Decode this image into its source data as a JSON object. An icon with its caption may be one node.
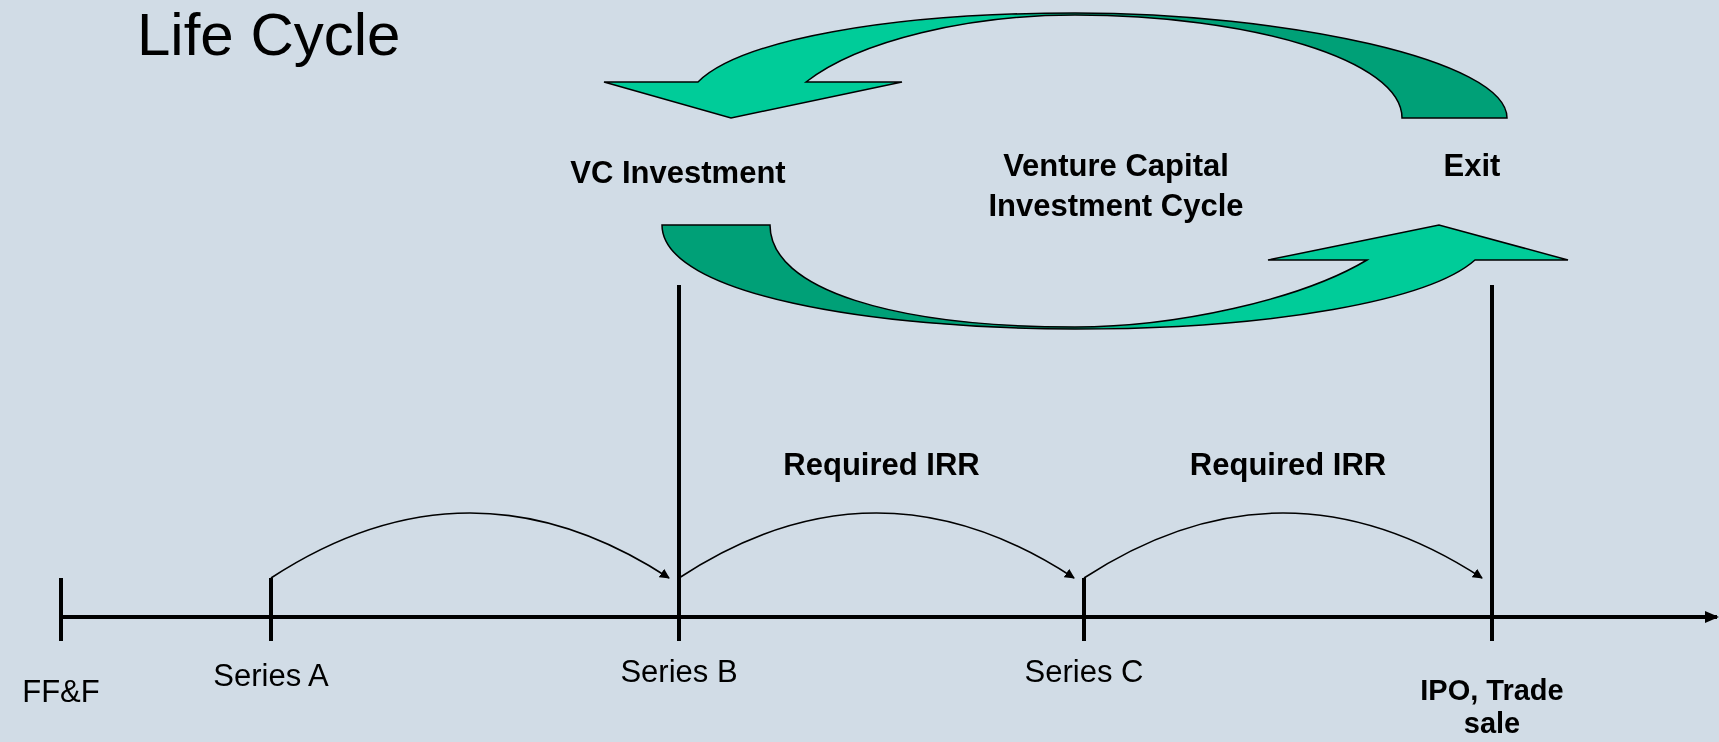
{
  "diagram": {
    "title": "Life Cycle",
    "nodes": [
      {
        "text": [
          "VC Investment"
        ]
      },
      {
        "text": [
          "Exit"
        ]
      },
      {
        "text": [
          "FF&F"
        ]
      },
      {
        "text": [
          "Series A"
        ]
      },
      {
        "text": [
          "Series B"
        ]
      },
      {
        "text": [
          "Series C"
        ]
      },
      {
        "text": [
          "IPO, Trade sale"
        ]
      }
    ],
    "edges": [
      {
        "from": 1,
        "to": 0,
        "arrow": "to"
      },
      {
        "from": 0,
        "to": 1,
        "arrow": "to"
      },
      {
        "from": 0,
        "to": 4,
        "arrow": "none"
      },
      {
        "from": 1,
        "to": 6,
        "arrow": "none"
      },
      {
        "from": 3,
        "to": 4,
        "arrow": "to"
      },
      {
        "from": 4,
        "to": 5,
        "arrow": "to",
        "label": "Required IRR"
      },
      {
        "from": 5,
        "to": 6,
        "arrow": "to",
        "label": "Required IRR"
      }
    ],
    "labels": [
      "Venture Capital Investment Cycle"
    ]
  }
}
